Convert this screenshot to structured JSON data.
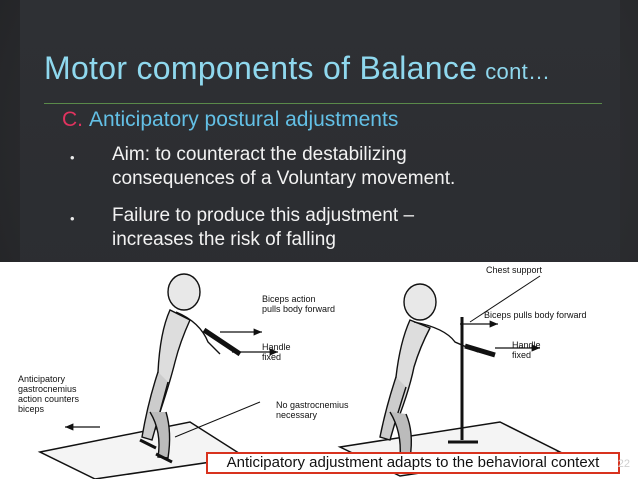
{
  "slide": {
    "title": "Motor components of Balance",
    "title_suffix": "cont…",
    "section_letter": "C.",
    "section_title": "Anticipatory postural adjustments",
    "bullets": [
      {
        "lines": [
          "Aim: to counteract the destabilizing",
          "consequences of a Voluntary movement."
        ]
      },
      {
        "lines": [
          "Failure to produce this adjustment –",
          "increases the risk of falling"
        ]
      }
    ],
    "page_number": "22"
  },
  "figure": {
    "left_panel": {
      "labels": {
        "biceps_action": [
          "Biceps action",
          "pulls body forward"
        ],
        "handle": [
          "Handle",
          "fixed"
        ],
        "anticipatory": [
          "Anticipatory",
          "gastrocnemius",
          "action counters",
          "biceps"
        ],
        "no_gastro": [
          "No gastrocnemius",
          "necessary"
        ]
      }
    },
    "right_panel": {
      "labels": {
        "chest_support": "Chest support",
        "biceps_pulls": "Biceps pulls body forward",
        "handle": [
          "Handle",
          "fixed"
        ]
      }
    },
    "caption": "Anticipatory adjustment adapts to the behavioral context"
  },
  "colors": {
    "title": "#8fd8ee",
    "subhead": "#63c0e6",
    "letter": "#e0335f",
    "caption_border": "#d8321e"
  }
}
